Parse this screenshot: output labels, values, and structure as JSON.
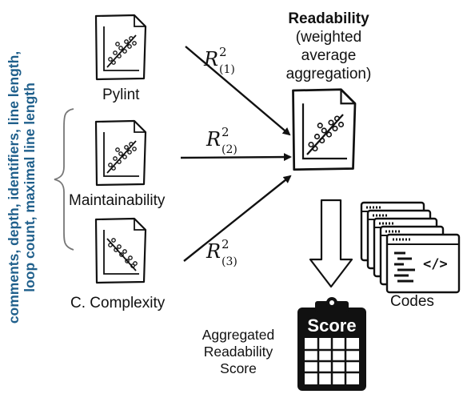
{
  "side_label": {
    "line1": "comments, depth, identifiers, line length,",
    "line2": "loop count, maximal line length",
    "color": "#1f5f8b"
  },
  "metrics": [
    {
      "label": "Pylint",
      "r2_sub": "(1)"
    },
    {
      "label": "Maintainability",
      "r2_sub": "(2)"
    },
    {
      "label": "C. Complexity",
      "r2_sub": "(3)"
    }
  ],
  "r2_symbol": "R",
  "r2_exp": "2",
  "readability": {
    "title": "Readability",
    "subtitle_lines": [
      "(weighted",
      "average",
      "aggregation)"
    ]
  },
  "codes_label": "Codes",
  "code_tag": "</>",
  "score_badge": "Score",
  "aggregated_label_lines": [
    "Aggregated",
    "Readability",
    "Score"
  ],
  "icons": [
    "scatter-document-icon",
    "arrow-icon",
    "down-arrow-icon",
    "code-files-icon",
    "clipboard-score-icon",
    "brace-icon"
  ]
}
